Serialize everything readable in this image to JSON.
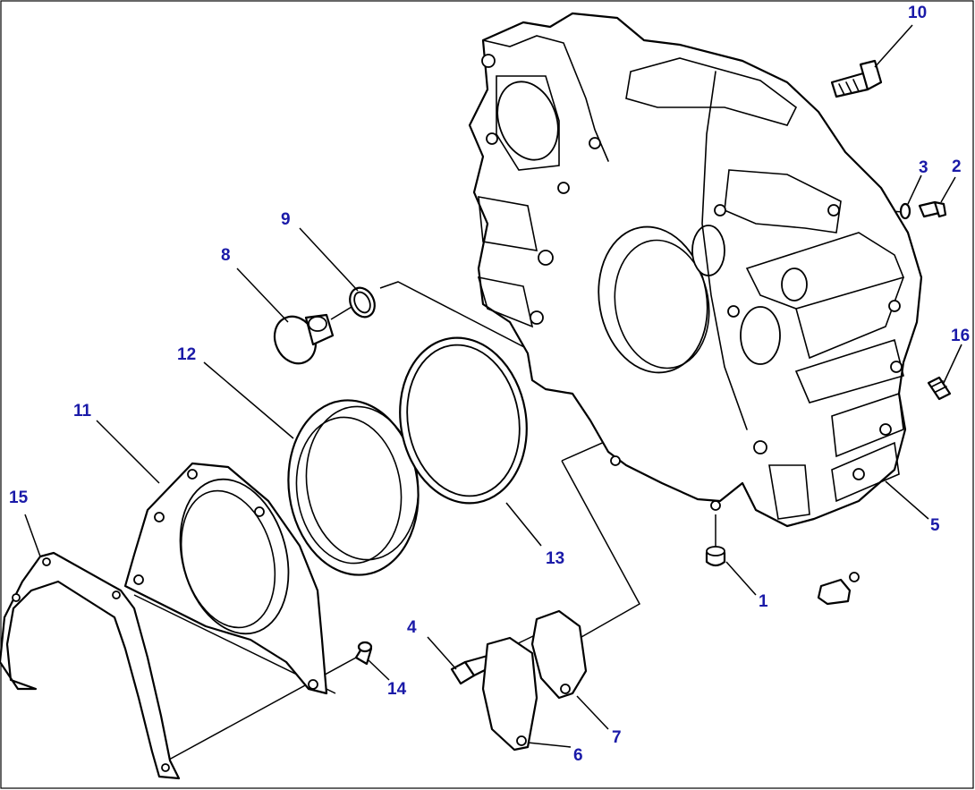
{
  "colors": {
    "callout": "#1a1aa8",
    "line": "#000000",
    "background": "#ffffff"
  },
  "callouts": [
    "1",
    "2",
    "3",
    "4",
    "5",
    "6",
    "7",
    "8",
    "9",
    "10",
    "11",
    "12",
    "13",
    "14",
    "15",
    "16"
  ]
}
